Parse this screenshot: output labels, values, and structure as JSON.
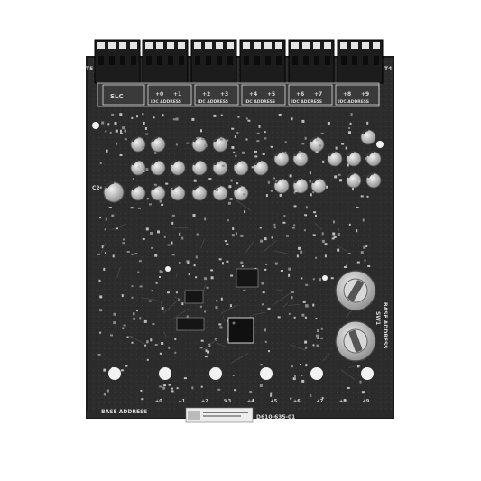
{
  "board": {
    "slc_label": "SLC",
    "idc_header_label": "IDC ADDRESS",
    "base_address_top": "BASE ADDRESS",
    "base_address_bottom": "BASE ADDRESS",
    "sw_label": "SW1",
    "part_number": "D610-635-01",
    "capacitor_label": "C2",
    "t_left": "T5",
    "t_right": "T4",
    "address_pairs": [
      {
        "a": "+0",
        "b": "+1"
      },
      {
        "a": "+2",
        "b": "+3"
      },
      {
        "a": "+4",
        "b": "+5"
      },
      {
        "a": "+6",
        "b": "+7"
      },
      {
        "a": "+8",
        "b": "+9"
      }
    ],
    "bottom_labels": [
      "+0",
      "+1",
      "+2",
      "+3",
      "+4",
      "+5",
      "+6",
      "+7",
      "+8",
      "+9"
    ]
  },
  "colors": {
    "background": "#ffffff",
    "pcb": "#2c2c2c",
    "pcb_edge": "#1a1a1a",
    "connector": "#1c1c1c",
    "silkscreen": "#d8d8d8",
    "capacitor": "#c9c9c9",
    "rotary_switch": "#bdbdbd"
  }
}
